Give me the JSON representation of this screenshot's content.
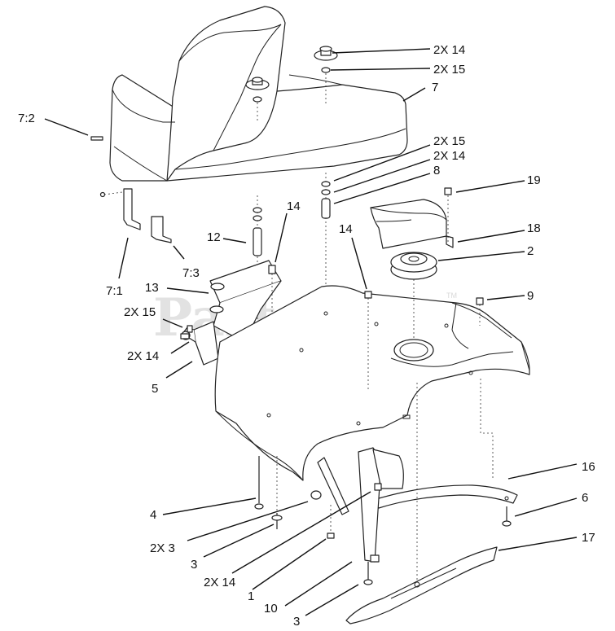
{
  "watermark": {
    "text": "PartsTree",
    "trademark": "TM"
  },
  "callouts": {
    "c2x14_top": "2X 14",
    "c2x15_top": "2X 15",
    "c7": "7",
    "c7_2": "7:2",
    "c2x15_mid": "2X 15",
    "c2x14_mid": "2X 14",
    "c8": "8",
    "c19": "19",
    "c14_a": "14",
    "c14_b": "14",
    "c18": "18",
    "c12": "12",
    "c2": "2",
    "c7_3": "7:3",
    "c7_1": "7:1",
    "c13": "13",
    "c9": "9",
    "c2x15_left": "2X 15",
    "c2x14_left": "2X 14",
    "c5": "5",
    "c16": "16",
    "c4": "4",
    "c6": "6",
    "c17": "17",
    "c2x3": "2X 3",
    "c3_a": "3",
    "c2x14_bottom": "2X 14",
    "c1": "1",
    "c10": "10",
    "c3_b": "3"
  }
}
